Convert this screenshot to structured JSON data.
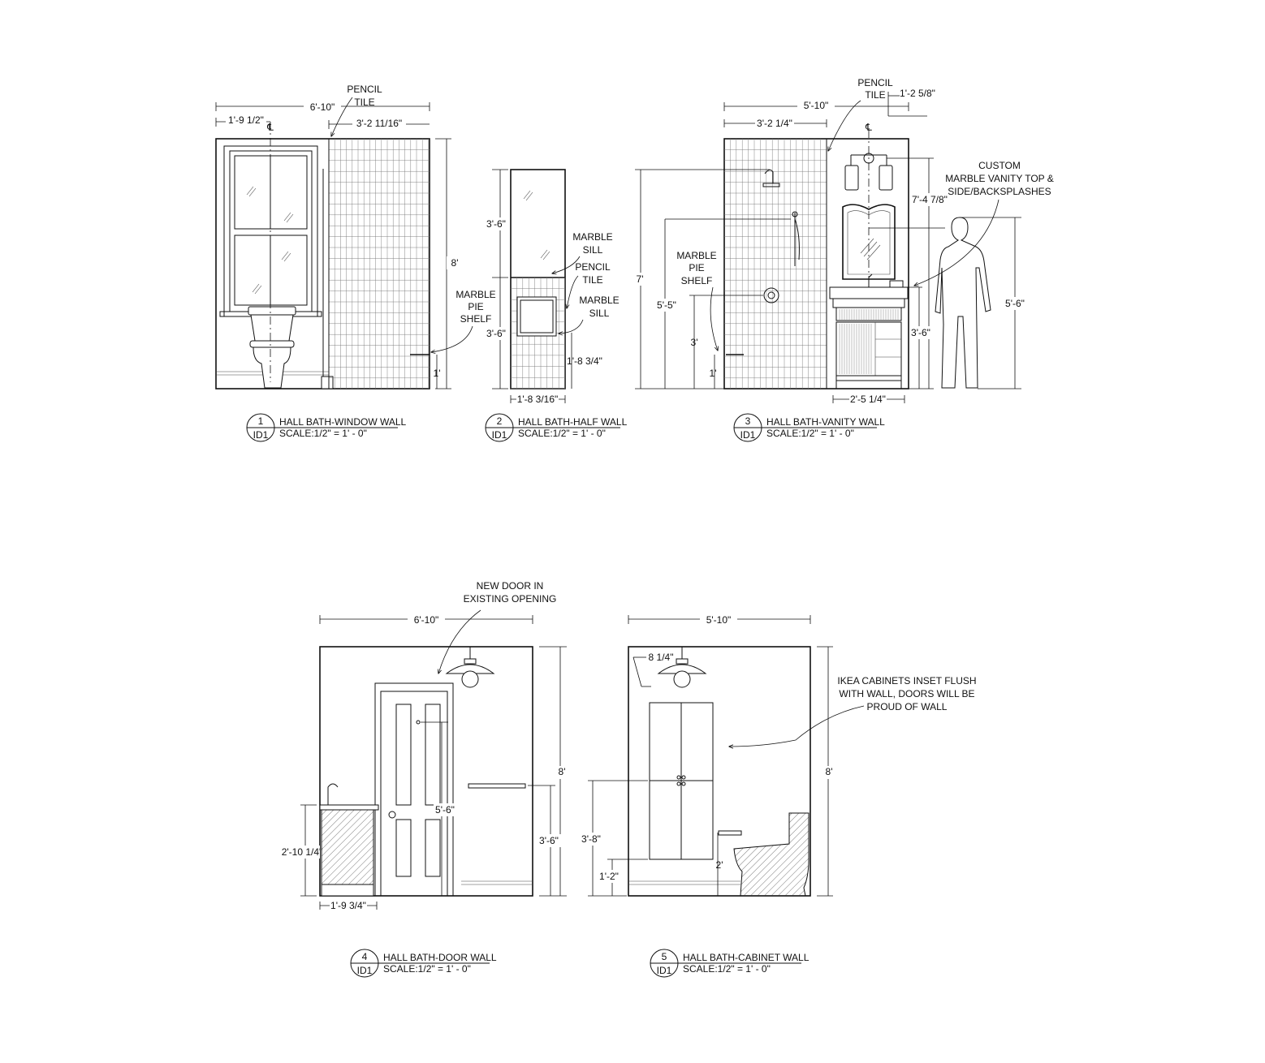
{
  "views": [
    {
      "num": "1",
      "sheet": "ID1",
      "title": "HALL BATH-WINDOW WALL",
      "scale": "SCALE:1/2\" = 1' - 0\"",
      "dims": {
        "overall": "6'-10\"",
        "left": "1'-9 1/2\"",
        "tile_width": "3'-2 11/16\"",
        "height": "8'",
        "shelf": "1'"
      },
      "labels": {
        "tile": [
          "PENCIL",
          "TILE"
        ],
        "shelf": [
          "MARBLE",
          "PIE",
          "SHELF"
        ]
      }
    },
    {
      "num": "2",
      "sheet": "ID1",
      "title": "HALL BATH-HALF WALL",
      "scale": "SCALE:1/2\" = 1' - 0\"",
      "dims": {
        "upper": "3'-6\"",
        "lower": "3'-6\"",
        "niche": "1'-8 3/4\"",
        "width": "1'-8 3/16\""
      },
      "labels": {
        "sill_top": [
          "MARBLE",
          "SILL"
        ],
        "tile": [
          "PENCIL",
          "TILE"
        ],
        "sill_niche": [
          "MARBLE",
          "SILL"
        ]
      }
    },
    {
      "num": "3",
      "sheet": "ID1",
      "title": "HALL BATH-VANITY WALL",
      "scale": "SCALE:1/2\" = 1' - 0\"",
      "dims": {
        "overall": "5'-10\"",
        "tile_width": "3'-2 1/4\"",
        "offset": "1'-2 5/8\"",
        "shower_head": "7'",
        "valve": "5'-5\"",
        "shelf_a": "3'",
        "shelf_b": "1'",
        "sconce": "7'-4 7/8\"",
        "vanity_h": "3'-6\"",
        "vanity_w": "2'-5 1/4\"",
        "person": "5'-6\""
      },
      "labels": {
        "tile": [
          "PENCIL",
          "TILE"
        ],
        "shelf": [
          "MARBLE",
          "PIE",
          "SHELF"
        ],
        "vanity": [
          "CUSTOM",
          "MARBLE VANITY TOP &",
          "SIDE/BACKSPLASHES"
        ]
      }
    },
    {
      "num": "4",
      "sheet": "ID1",
      "title": "HALL BATH-DOOR WALL",
      "scale": "SCALE:1/2\" = 1' - 0\"",
      "dims": {
        "overall": "6'-10\"",
        "height": "8'",
        "vanity_h": "2'-10 1/4\"",
        "vanity_w": "1'-9 3/4\"",
        "handle": "5'-6\"",
        "towel_bar": "3'-6\""
      },
      "labels": {
        "door": [
          "NEW DOOR IN",
          "EXISTING OPENING"
        ]
      }
    },
    {
      "num": "5",
      "sheet": "ID1",
      "title": "HALL BATH-CABINET WALL",
      "scale": "SCALE:1/2\" = 1' - 0\"",
      "dims": {
        "overall": "5'-10\"",
        "height": "8'",
        "light": "8 1/4\"",
        "cab_top": "3'-8\"",
        "cab_bottom": "1'-2\"",
        "paper": "2'"
      },
      "labels": {
        "cabinets": [
          "IKEA CABINETS INSET FLUSH",
          "WITH WALL, DOORS WILL BE",
          "PROUD OF WALL"
        ]
      }
    }
  ]
}
